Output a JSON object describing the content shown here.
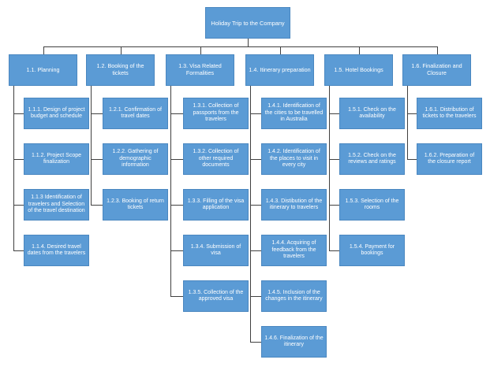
{
  "root": "Holiday Trip to the Company",
  "branches": [
    {
      "label": "1.1. Planning",
      "children": [
        "1.1.1. Design of project budget and schedule",
        "1.1.2. Project Scope finalization",
        "1.1.3 Identification of travelers and Selection of the travel destination",
        "1.1.4. Desired travel dates from the travelers"
      ]
    },
    {
      "label": "1.2. Booking of the tickets",
      "children": [
        "1.2.1. Confirmation of travel dates",
        "1.2.2. Gathering of demographic information",
        "1.2.3. Booking of return tickets"
      ]
    },
    {
      "label": "1.3. Visa Related Formalities",
      "children": [
        "1.3.1. Collection of passports from the travelers",
        "1.3.2. Collection of other required documents",
        "1.3.3. Filling of the visa application",
        "1.3.4. Submission of visa",
        "1.3.5. Collection of the approved visa"
      ]
    },
    {
      "label": "1.4. Itinerary preparation",
      "children": [
        "1.4.1. Identification of the cities to be travelled in Australia",
        "1.4.2. Identification of the places to visit in every city",
        "1.4.3. Distibution of the itinerary to travelers",
        "1.4.4. Acquiring of feedback from the travelers",
        "1.4.5. Inclusion of the changes in the itinerary",
        "1.4.6. Finalization of the itinerary"
      ]
    },
    {
      "label": "1.5. Hotel Bookings",
      "children": [
        "1.5.1. Check on the availability",
        "1.5.2. Check on the reviews and ratings",
        "1.5.3. Selection of the rooms",
        "1.5.4. Payment for bookings"
      ]
    },
    {
      "label": "1.6. Finalization and Closure",
      "children": [
        "1.6.1. Distribution of tickets to the travelers",
        "1.6.2. Preparation of the closure report"
      ]
    }
  ],
  "colors": {
    "box_fill": "#5b9bd5",
    "box_text": "#ffffff",
    "connector": "#404040"
  }
}
